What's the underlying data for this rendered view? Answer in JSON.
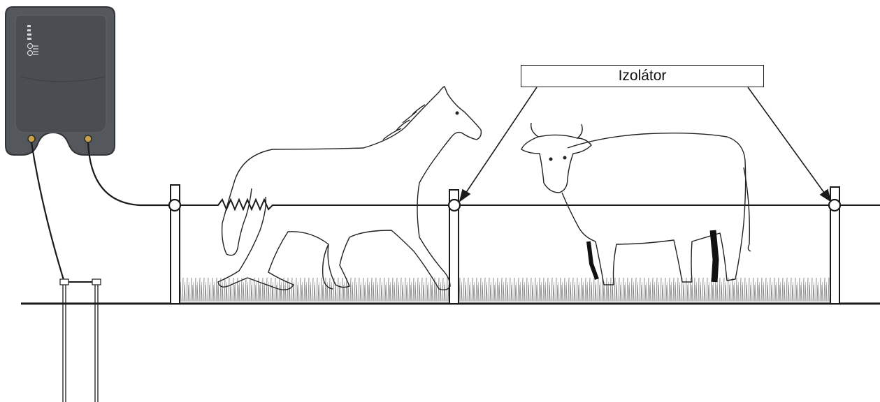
{
  "diagram": {
    "callout_label": "Izolátor",
    "elements": {
      "energizer": "energizer-unit",
      "ground_rods": "ground-rods",
      "fence_wire": "fence-wire",
      "posts": [
        "fence-post",
        "fence-post",
        "fence-post"
      ],
      "insulators": [
        "insulator",
        "insulator",
        "insulator"
      ],
      "animals": [
        "horse",
        "cow"
      ],
      "grass": "grass",
      "shock_symbol": "zigzag-shock"
    },
    "colors": {
      "energizer_body": "#54575c",
      "energizer_panel": "#4a4d52",
      "line": "#1a1a1a",
      "grass": "#8a8a8a",
      "terminal": "#c9a24a"
    }
  }
}
